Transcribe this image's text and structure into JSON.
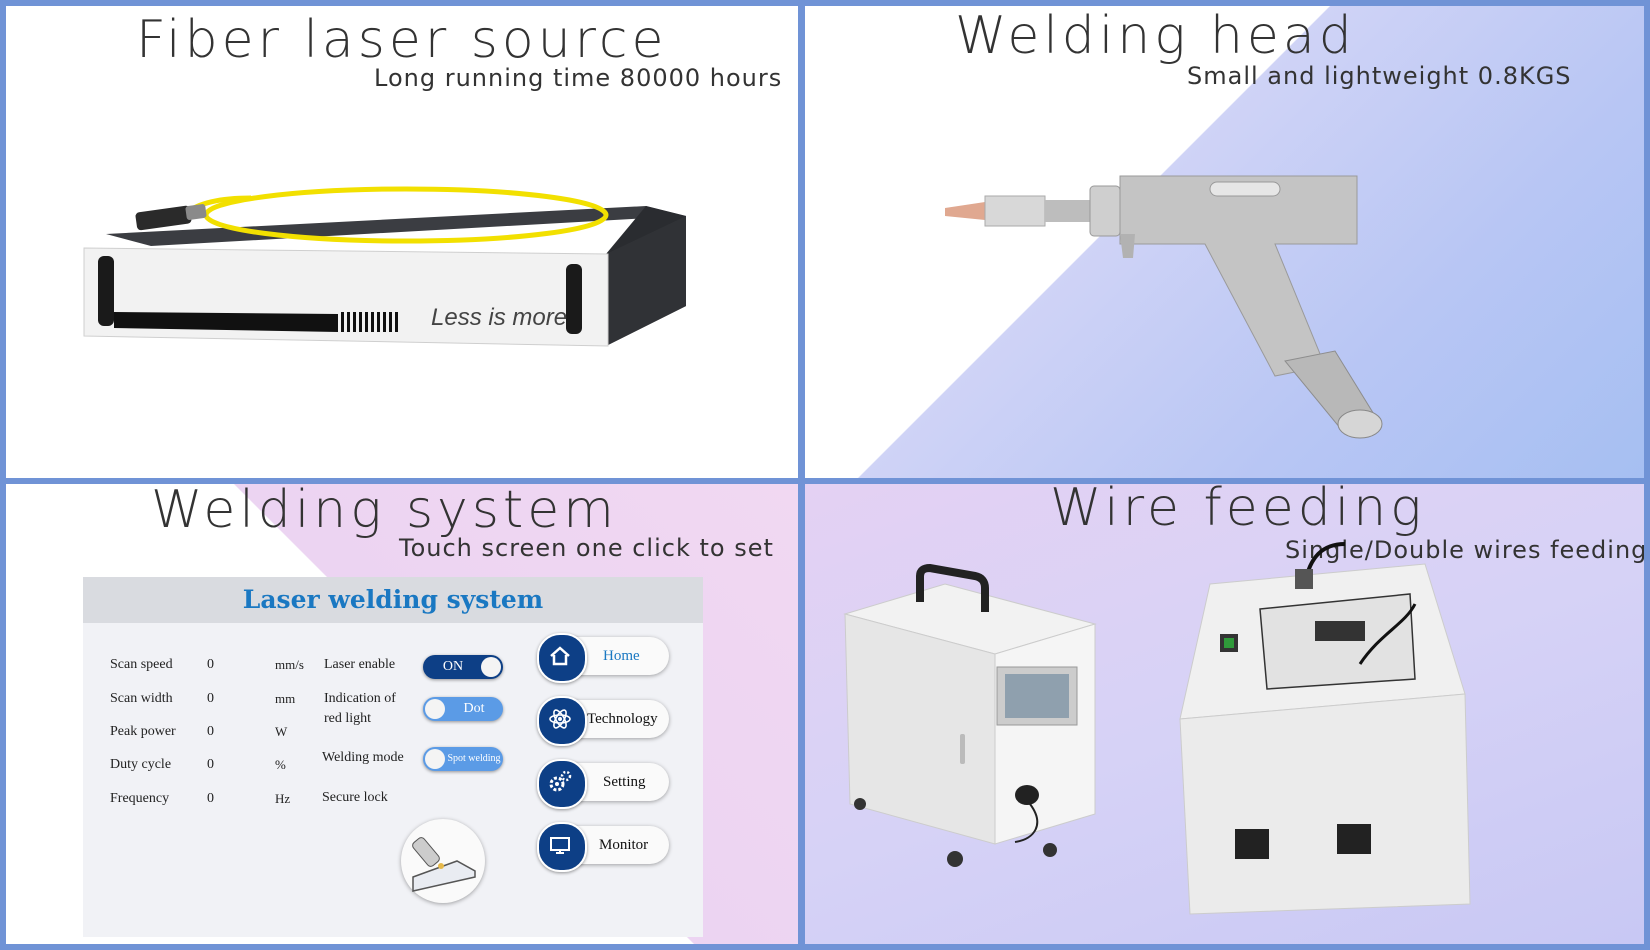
{
  "panels": {
    "fiber": {
      "title": "Fiber laser source",
      "subtitle": "Long running time 80000 hours",
      "device_text": "Less is more"
    },
    "head": {
      "title": "Welding head",
      "subtitle": "Small and lightweight 0.8KGS"
    },
    "system": {
      "title": "Welding system",
      "subtitle": "Touch screen one click to set"
    },
    "wire": {
      "title": "Wire feeding",
      "subtitle": "Single/Double wires feeding"
    }
  },
  "hmi": {
    "title": "Laser welding system",
    "params": [
      {
        "label": "Scan speed",
        "value": "0",
        "unit": "mm/s"
      },
      {
        "label": "Scan width",
        "value": "0",
        "unit": "mm"
      },
      {
        "label": "Peak power",
        "value": "0",
        "unit": "W"
      },
      {
        "label": "Duty cycle",
        "value": "0",
        "unit": "%"
      },
      {
        "label": "Frequency",
        "value": "0",
        "unit": "Hz"
      }
    ],
    "settings": [
      {
        "label": "Laser enable",
        "toggle": "ON"
      },
      {
        "label": "Indication of\nred light",
        "toggle": "Dot"
      },
      {
        "label": "Welding mode",
        "toggle": "Spot welding"
      },
      {
        "label": "Secure lock",
        "toggle": ""
      }
    ],
    "nav": [
      {
        "label": "Home",
        "icon": "home-icon"
      },
      {
        "label": "Technology",
        "icon": "atom-icon"
      },
      {
        "label": "Setting",
        "icon": "gear-icon"
      },
      {
        "label": "Monitor",
        "icon": "monitor-icon"
      }
    ]
  },
  "colors": {
    "border": "#7093d6",
    "hmi_title": "#1a78c2",
    "nav_icon": "#0d3f86",
    "toggle_on": "#0d3f86",
    "toggle_blue": "#5b9be6",
    "fiber_cable": "#f2e000"
  }
}
